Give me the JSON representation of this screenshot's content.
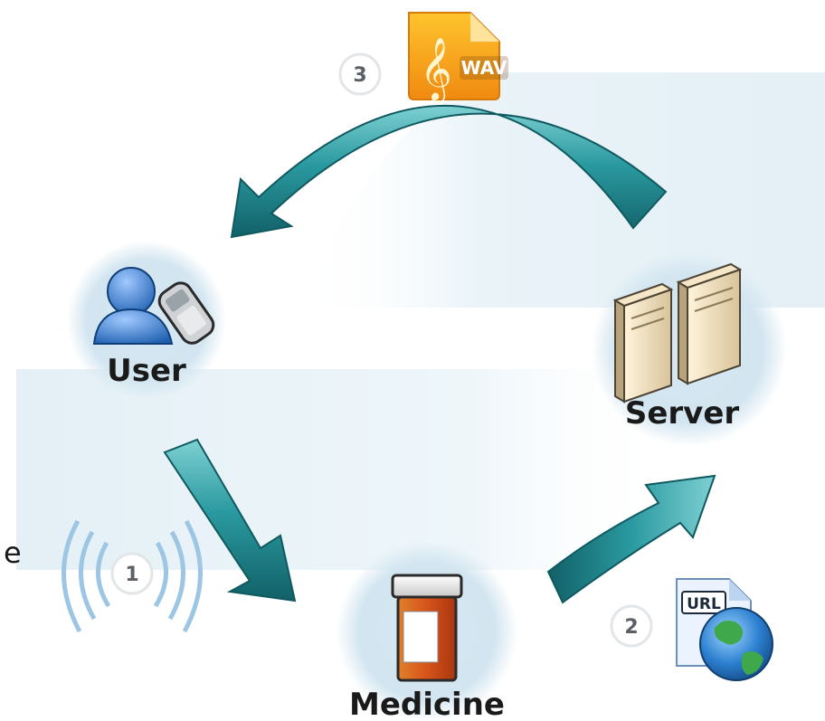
{
  "nodes": {
    "user": {
      "label": "User"
    },
    "server": {
      "label": "Server"
    },
    "medicine": {
      "label": "Medicine"
    }
  },
  "steps": [
    {
      "number": "1"
    },
    {
      "number": "2"
    },
    {
      "number": "3"
    }
  ],
  "files": {
    "audio": {
      "tag": "WAV",
      "icon": "music-file-icon"
    },
    "link": {
      "tag": "URL",
      "icon": "globe-url-icon"
    }
  },
  "edge_fragment": {
    "text": "e"
  },
  "colors": {
    "arrow": "#2a9aa0",
    "arrow_dark": "#14666c",
    "node_glow": "#cfe3ee",
    "band": "#eef6fa",
    "wav_orange": "#f59a1e"
  }
}
